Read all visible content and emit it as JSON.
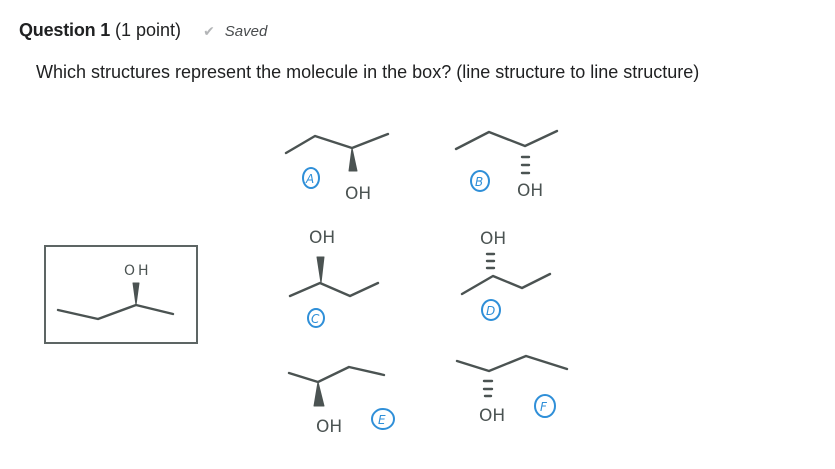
{
  "question": {
    "title": "Question 1",
    "points": "(1 point)",
    "status": {
      "icon": "checkmark-icon",
      "icon_glyph": "✔",
      "label": "Saved"
    },
    "prompt": "Which structures represent the molecule in the box? (line structure to line structure)"
  },
  "reference_molecule": {
    "label": "OH",
    "bond_type": "wedge"
  },
  "options": [
    {
      "letter": "A",
      "oh_label": "OH",
      "bond_type": "wedge"
    },
    {
      "letter": "B",
      "oh_label": "OH",
      "bond_type": "dash"
    },
    {
      "letter": "C",
      "oh_label": "OH",
      "bond_type": "wedge"
    },
    {
      "letter": "D",
      "oh_label": "OH",
      "bond_type": "dash"
    },
    {
      "letter": "E",
      "oh_label": "OH",
      "bond_type": "wedge"
    },
    {
      "letter": "F",
      "oh_label": "OH",
      "bond_type": "dash"
    }
  ],
  "colors": {
    "text": "#202122",
    "ink": "#4b5352",
    "label_blue": "#2f8fd8",
    "check_gray": "#b3b5b7"
  }
}
